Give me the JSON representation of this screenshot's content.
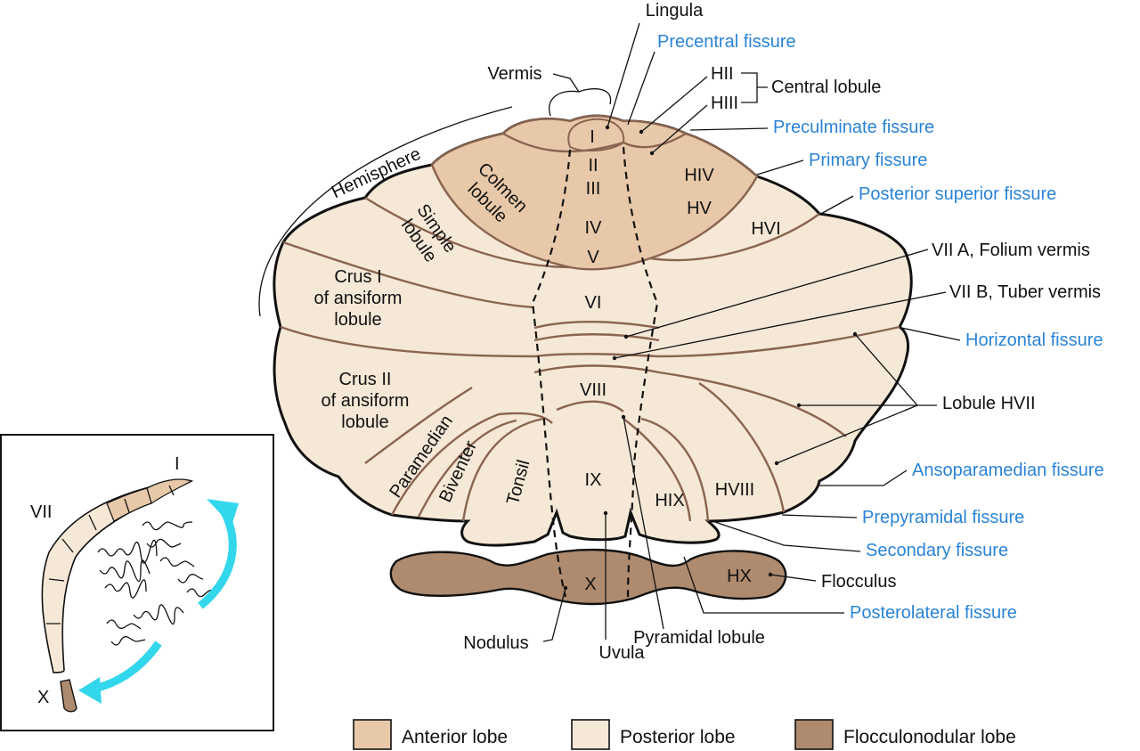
{
  "colors": {
    "anterior": "#e7c9aa",
    "posterior": "#f5e8d6",
    "flocculonodular": "#ae8a6e",
    "fissure_text": "#2a83d6",
    "arrow": "#32d7ec",
    "outline": "#111111",
    "fissure_line": "#8a6450"
  },
  "labels": {
    "lingula": "Lingula",
    "vermis": "Vermis",
    "hemisphere": "Hemisphere",
    "hii": "HII",
    "hiii": "HIII",
    "central_lobule": "Central lobule",
    "colmen": "Colmen",
    "lobule": "lobule",
    "simple": "Simple",
    "lobule2": "lobule",
    "crus1_a": "Crus I",
    "crus1_b": "of ansiform",
    "crus1_c": "lobule",
    "crus2_a": "Crus II",
    "crus2_b": "of ansiform",
    "crus2_c": "lobule",
    "paramedian": "Paramedian",
    "biventer": "Biventer",
    "tonsil": "Tonsil",
    "folium": "VII A, Folium vermis",
    "tuber": "VII B, Tuber vermis",
    "lobule_hvii": "Lobule HVII",
    "flocculus": "Flocculus",
    "nodulus": "Nodulus",
    "uvula": "Uvula",
    "pyramidal": "Pyramidal lobule"
  },
  "roman": {
    "I": "I",
    "II": "II",
    "III": "III",
    "IV": "IV",
    "V": "V",
    "VI": "VI",
    "VIII": "VIII",
    "IX": "IX",
    "X": "X",
    "HIV": "HIV",
    "HV": "HV",
    "HVI": "HVI",
    "HVIII": "HVIII",
    "HIX": "HIX",
    "HX": "HX"
  },
  "fissures": {
    "precentral": "Precentral fissure",
    "preculminate": "Preculminate fissure",
    "primary": "Primary fissure",
    "posterior_superior": "Posterior superior fissure",
    "horizontal": "Horizontal fissure",
    "ansoparamedian": "Ansoparamedian fissure",
    "prepyramidal": "Prepyramidal fissure",
    "secondary": "Secondary fissure",
    "posterolateral": "Posterolateral fissure"
  },
  "inset": {
    "top_label": "I",
    "mid_label": "VII",
    "bottom_label": "X"
  },
  "legend": [
    {
      "label": "Anterior lobe",
      "color": "#e7c9aa"
    },
    {
      "label": "Posterior lobe",
      "color": "#f5e8d6"
    },
    {
      "label": "Flocculonodular lobe",
      "color": "#ae8a6e"
    }
  ]
}
